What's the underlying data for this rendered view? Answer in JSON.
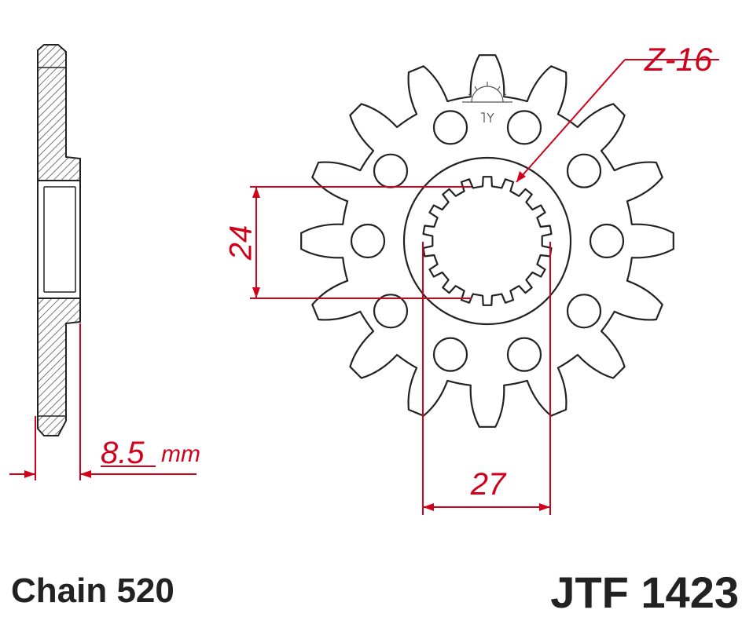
{
  "labels": {
    "teeth": "Z-16",
    "spline_height": "24",
    "spline_width": "27",
    "thickness_value": "8.5",
    "thickness_unit": "mm"
  },
  "captions": {
    "chain": "Chain 520",
    "part_number": "JTF 1423"
  },
  "specs": {
    "teeth": 16,
    "bolt_holes": 10,
    "spline_teeth": 18,
    "thickness_mm": 8.5
  },
  "colors": {
    "outline": "#222222",
    "dimension": "#d0021b",
    "hatch": "#555555",
    "background": "#ffffff"
  },
  "icons": {
    "logo": "sunrise-logo-icon"
  }
}
